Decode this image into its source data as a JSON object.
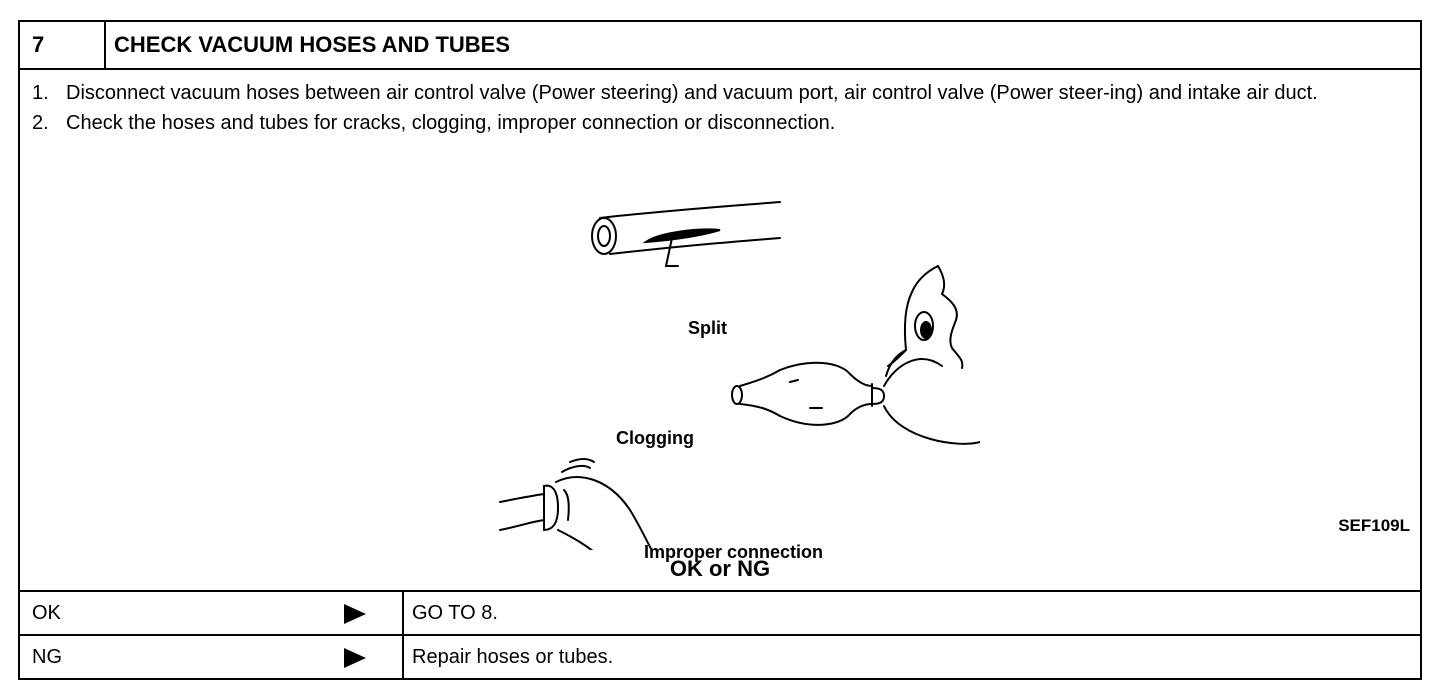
{
  "step": {
    "number": "7",
    "title": "CHECK VACUUM HOSES AND TUBES"
  },
  "instructions": [
    {
      "num": "1.",
      "text": "Disconnect vacuum hoses between air control valve (Power steering) and vacuum port, air control valve (Power steer-ing) and intake air duct."
    },
    {
      "num": "2.",
      "text": "Check the hoses and tubes for cracks, clogging, improper connection or disconnection."
    }
  ],
  "figure": {
    "labels": {
      "split": "Split",
      "clogging": "Clogging",
      "improper": "Improper connection"
    },
    "code": "SEF109L"
  },
  "result_caption": "OK or NG",
  "results": [
    {
      "label": "OK",
      "action": "GO TO 8."
    },
    {
      "label": "NG",
      "action": "Repair hoses or tubes."
    }
  ]
}
